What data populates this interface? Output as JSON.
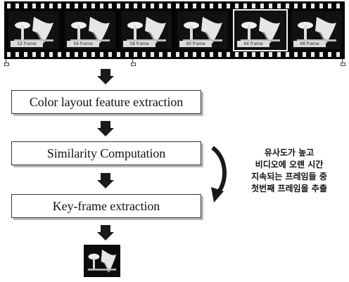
{
  "filmstrip": {
    "frames": [
      {
        "caption": "52 frame"
      },
      {
        "caption": "56 frame"
      },
      {
        "caption": "58 frame"
      },
      {
        "caption": "60 frame"
      },
      {
        "caption": "64 frame"
      },
      {
        "caption": "68 frame"
      }
    ],
    "selected_frame_index": 4
  },
  "steps": [
    {
      "label": "Color layout feature extraction"
    },
    {
      "label": "Similarity Computation"
    },
    {
      "label": "Key-frame extraction"
    }
  ],
  "side_note": {
    "lines": [
      "유사도가 높고",
      "비디오에 오랜 시간",
      "지속되는 프레임들 중",
      "첫번째 프레임을 추출"
    ]
  },
  "icons": {
    "flow_arrow": "down-arrow-icon",
    "loop_arrow": "curved-arrow-icon",
    "frame_thumbnail": "mushroom-tree-frame-image"
  },
  "colors": {
    "film": "#050505",
    "box_border": "#333333",
    "box_shadow": "#b9b9b9",
    "arrow": "#1a1a1a"
  }
}
